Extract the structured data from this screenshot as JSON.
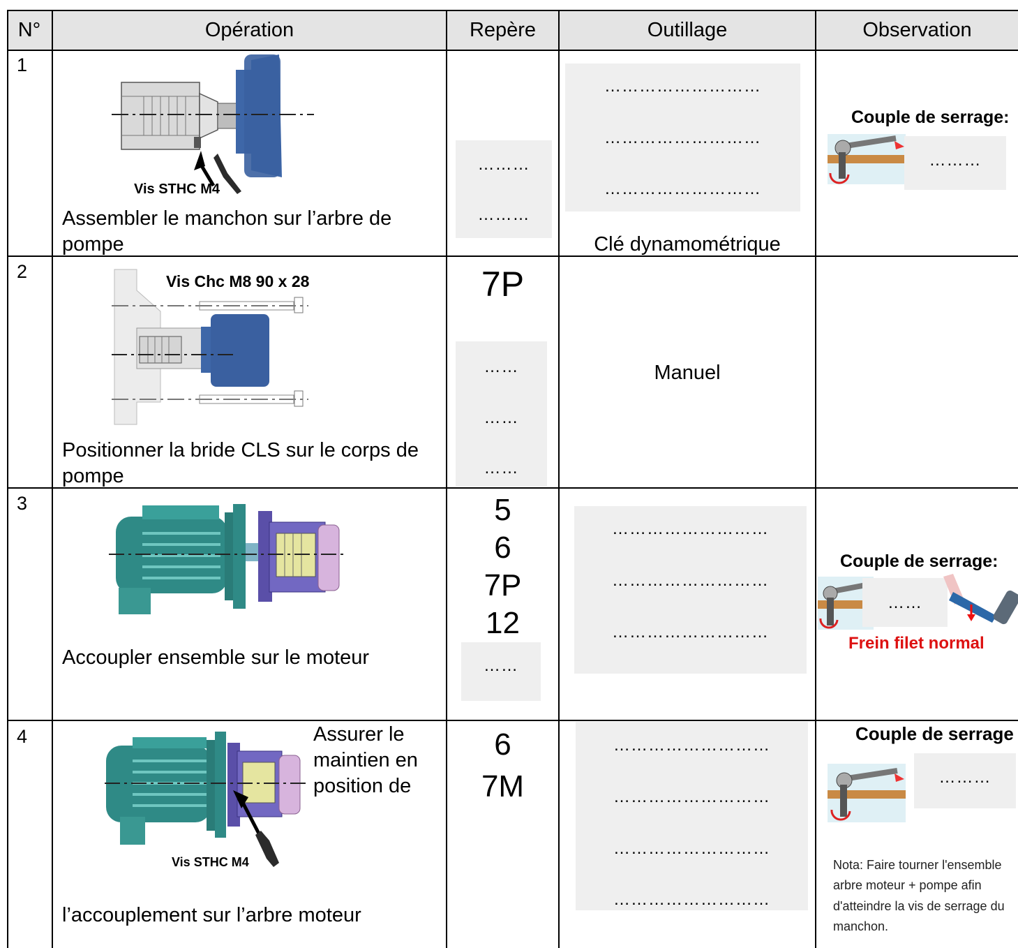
{
  "header": {
    "num": "N°",
    "operation": "Opération",
    "repere": "Repère",
    "outillage": "Outillage",
    "observation": "Observation"
  },
  "rows": [
    {
      "num": "1",
      "figure_label": "Vis STHC M4",
      "operation": "Assembler le manchon sur l’arbre de pompe",
      "repere_blanks": [
        "………",
        "………"
      ],
      "outillage_blanks": [
        "………………………",
        "………………………",
        "………………………"
      ],
      "outillage_text": "Clé dynamométrique",
      "observation_title": "Couple de serrage:",
      "observation_blank": "………"
    },
    {
      "num": "2",
      "figure_label": "Vis Chc M8 90 x 28",
      "operation": "Positionner la bride CLS sur le corps de pompe",
      "repere_value": "7P",
      "repere_blanks": [
        "……",
        "……",
        "……"
      ],
      "outillage_text": "Manuel"
    },
    {
      "num": "3",
      "operation": "Accoupler ensemble sur le moteur",
      "repere_values": [
        "5",
        "6",
        "7P",
        "12"
      ],
      "repere_blank": "……",
      "outillage_blanks": [
        "………………………",
        "………………………",
        "………………………"
      ],
      "observation_title": "Couple de serrage:",
      "observation_blank": "……",
      "observation_note": "Frein filet normal"
    },
    {
      "num": "4",
      "figure_label": "Vis STHC M4",
      "operation_side": "Assurer le maintien en position de",
      "operation": "l’accouplement sur l’arbre moteur",
      "repere_values": [
        "6",
        "7M"
      ],
      "outillage_blanks": [
        "………………………",
        "………………………",
        "………………………",
        "………………………"
      ],
      "observation_title": "Couple de serrage",
      "observation_blank": "………",
      "nota_lines": [
        "Nota: Faire tourner l'ensemble",
        "arbre moteur + pompe afin",
        "d'atteindre la vis de serrage du",
        "manchon."
      ]
    }
  ],
  "colors": {
    "header_bg": "#e4e4e4",
    "blank_bg": "#efefef",
    "motor": "#2f8a86",
    "pump": "#3e67a8",
    "flange": "#5a4fa8",
    "warning": "#dd1111"
  }
}
